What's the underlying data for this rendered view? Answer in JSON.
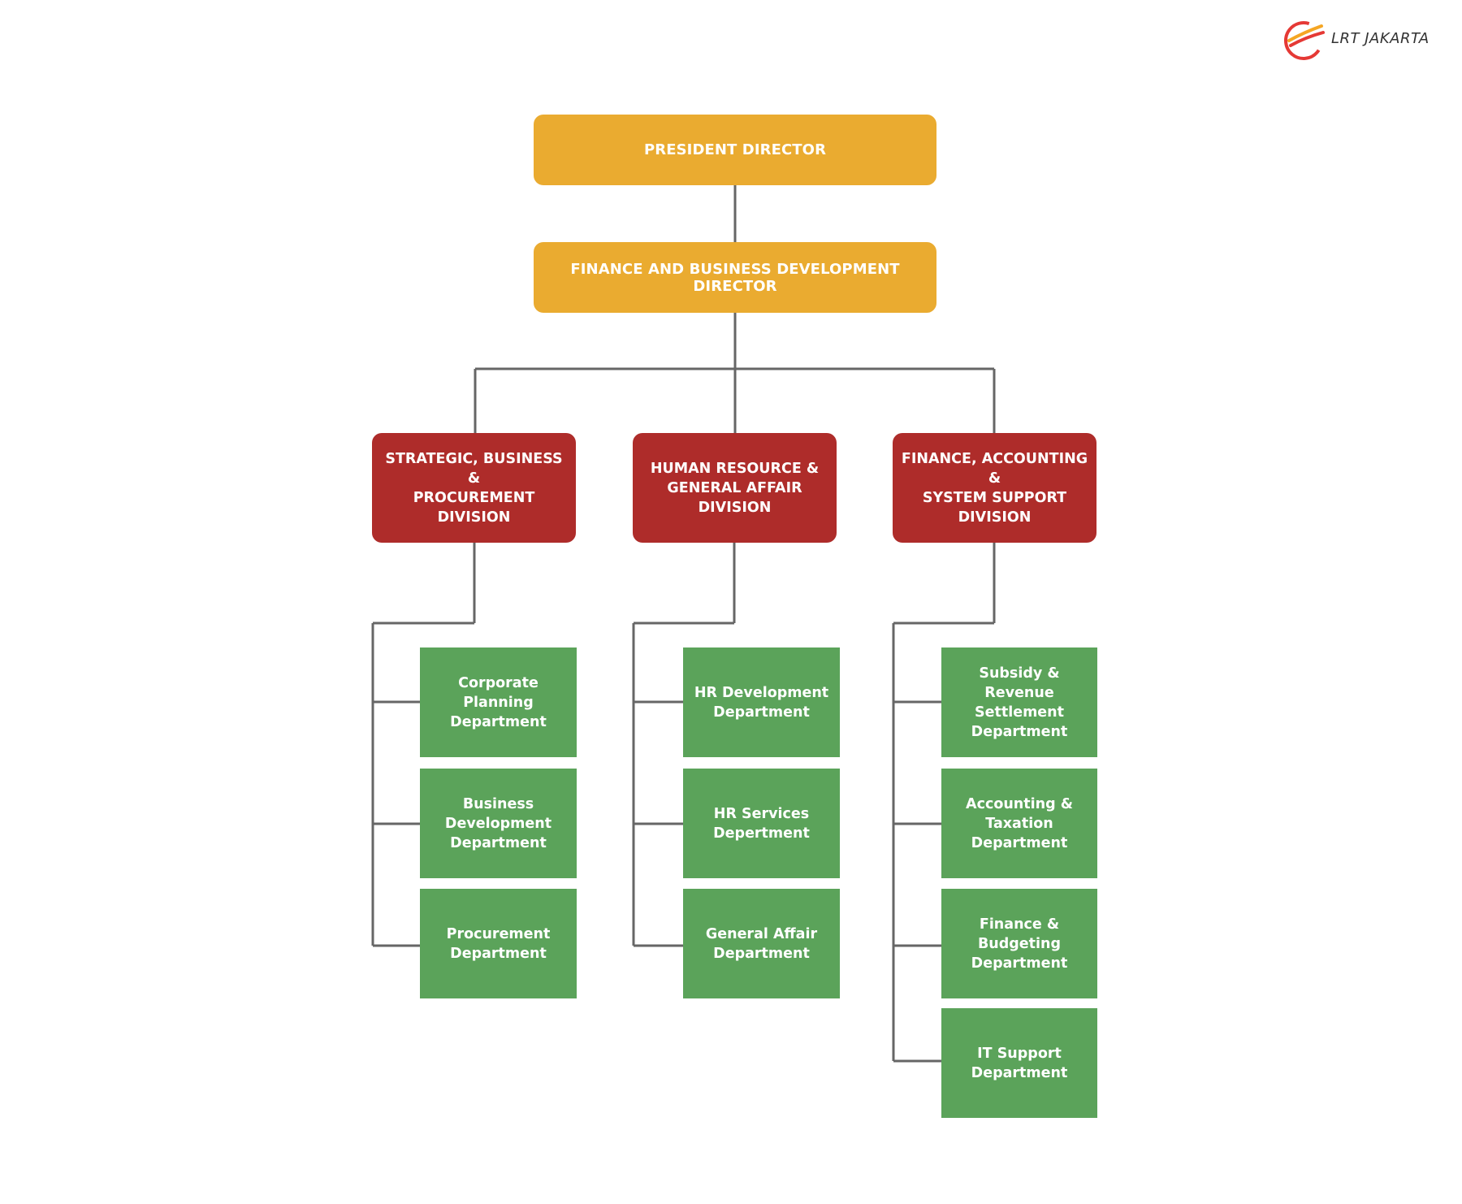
{
  "logo": {
    "text": "LRT JAKARTA",
    "brand_color": "#E53935",
    "accent_color": "#F5A623"
  },
  "colors": {
    "executive": "#EAAB30",
    "division": "#AE2C2A",
    "department": "#5BA35A",
    "connector": "#666666"
  },
  "executives": [
    {
      "label": "PRESIDENT DIRECTOR"
    },
    {
      "label": "FINANCE AND BUSINESS DEVELOPMENT DIRECTOR"
    }
  ],
  "divisions": [
    {
      "label": "STRATEGIC, BUSINESS &\nPROCUREMENT\nDIVISION",
      "departments": [
        {
          "label": "Corporate Planning\nDepartment"
        },
        {
          "label": "Business\nDevelopment\nDepartment"
        },
        {
          "label": "Procurement\nDepartment"
        }
      ]
    },
    {
      "label": "HUMAN RESOURCE &\nGENERAL AFFAIR\nDIVISION",
      "departments": [
        {
          "label": "HR Development\nDepartment"
        },
        {
          "label": "HR Services\nDepertment"
        },
        {
          "label": "General Affair\nDepartment"
        }
      ]
    },
    {
      "label": "FINANCE, ACCOUNTING &\nSYSTEM SUPPORT\nDIVISION",
      "departments": [
        {
          "label": "Subsidy & Revenue\nSettlement\nDepartment"
        },
        {
          "label": "Accounting &\nTaxation\nDepartment"
        },
        {
          "label": "Finance &\nBudgeting\nDepartment"
        },
        {
          "label": "IT Support\nDepartment"
        }
      ]
    }
  ]
}
